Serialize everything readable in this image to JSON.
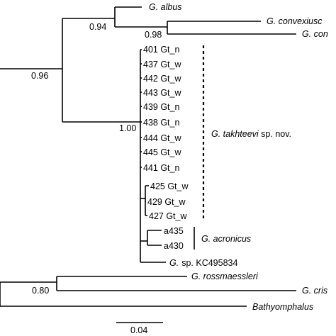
{
  "taxa": {
    "albus": "G. albus",
    "convexiusc": "G. convexiusc",
    "con": "G. con",
    "gt401": "401 Gt_n",
    "gt437": "437 Gt_w",
    "gt442": "442 Gt_w",
    "gt443": "443 Gt_w",
    "gt439": "439 Gt_n",
    "gt438": "438 Gt_n",
    "gt444": "444 Gt_w",
    "gt445": "445 Gt_w",
    "gt441": "441 Gt_n",
    "gt425": "425 Gt_w",
    "gt429": "429 Gt_w",
    "gt427": "427 Gt_w",
    "a435": "a435",
    "a430": "a430",
    "gsp_genus": "G.",
    "gsp_rest": "sp. KC495834",
    "rossmaessleri": "G. rossmaessleri",
    "cris": "G. cris",
    "bathyomphalus": "Bathyomphalus"
  },
  "clade_labels": {
    "takhteevi_name": "G. takhteevi",
    "takhteevi_note": " sp. nov.",
    "acronicus": "G. acronicus"
  },
  "support_values": {
    "n094": "0.94",
    "n098": "0.98",
    "n096": "0.96",
    "n100": "1.00",
    "n080": "0.80"
  },
  "scale_bar": {
    "label": "0.04"
  }
}
